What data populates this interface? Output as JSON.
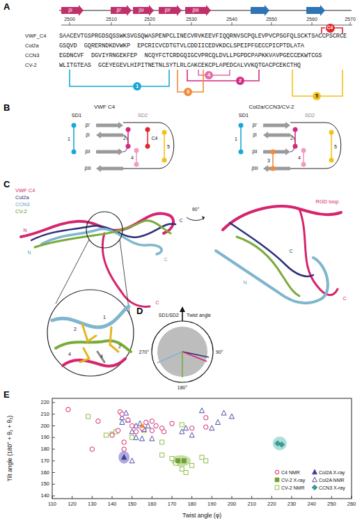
{
  "diagram": {
    "nodes": [
      {
        "text": [
          "C4"
        ]
      },
      {
        "text": [
          "4"
        ]
      },
      {
        "text": [
          "2"
        ]
      },
      {
        "text": [
          "1"
        ]
      },
      {
        "text": [
          "3"
        ]
      },
      {
        "text": [
          "5"
        ]
      }
    ],
    "labels": [
      "A",
      "B",
      "C",
      "D",
      "E",
      "βI",
      "βI'",
      "βII",
      "βII'",
      "βIII",
      "2500",
      "2510",
      "2520",
      "2530",
      "2540",
      "2550",
      "2560",
      "2570",
      "VWF_C4",
      "Col2a",
      "CCN3",
      "CV-2",
      "SAACEVTGSPRGDSQSSWKSVGSQWASPENPCLINECVRVKEEVFIQQRNVSCPQLEVPVCPSGFQLSCKTSACCPSCRCE",
      "GSQVD  GQRERNDKDVWKP  EPCRICVCDTGTVLCDDIICEDVKDCLSPEIPFGECCPICPTDLATA",
      "EGDNCVF  DGVIYRNGEKFEP  NCQYFCTCRDGQIGCVPRCQLDVLLPGPDCPAPKKVAVPGECCEKWTCGS",
      "WLITGTEAS  GCEYEGEVLHIPITNETNLSYTLRLCAKCEKCPLAPEDCALVVKQTGACPCEKCTHQ",
      "VWF C4",
      "Col2a/CCN3/CV-2",
      "SD1",
      "SD2",
      "SD1",
      "SD2",
      "βI'",
      "βI",
      "βII",
      "βIII",
      "βI'",
      "βI",
      "βII",
      "βIII",
      "1",
      "2",
      "C4",
      "4",
      "5",
      "1",
      "2",
      "3",
      "4",
      "5",
      "VWF C4",
      "Col2a",
      "CCN3",
      "CV-2",
      "N",
      "N",
      "C",
      "C",
      "C",
      "90°",
      "RGD loop",
      "C",
      "N",
      "C",
      "1",
      "2",
      "2",
      "4",
      "4",
      "SD1/SD2",
      "Twist angle",
      "270°",
      "90°",
      "180°",
      "140",
      "150",
      "160",
      "170",
      "180",
      "190",
      "200",
      "210",
      "220",
      "110",
      "120",
      "130",
      "140",
      "150",
      "160",
      "170",
      "180",
      "190",
      "200",
      "210",
      "220",
      "230",
      "240",
      "250",
      "260",
      "Tilt angle (180° + θ₁ + θ₂)",
      "Twist angle (φ)"
    ],
    "legend": [
      {
        "text": "C4 NMR"
      },
      {
        "text": "CV-2 X-ray"
      },
      {
        "text": "CV-2 NMR"
      },
      {
        "text": "Col2A X-ray"
      },
      {
        "text": "Col2A NMR"
      },
      {
        "text": "CCN3 X-ray"
      }
    ]
  }
}
